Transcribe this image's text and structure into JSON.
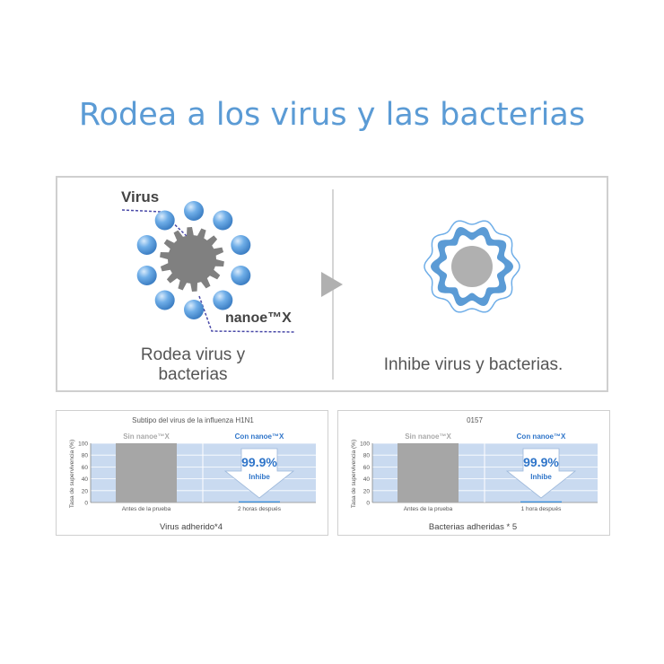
{
  "title": "Rodea a los virus y las bacterias",
  "diagram": {
    "virus_label": "Virus",
    "nanoe_label": "nanoe™X",
    "caption_left_line1": "Rodea virus y",
    "caption_left_line2": "bacterias",
    "caption_right": "Inhibe virus y bacterias.",
    "colors": {
      "droplet": "#5b9bd5",
      "germ": "#808080",
      "arrow": "#b0b0b0"
    }
  },
  "chart_data": [
    {
      "type": "bar",
      "title": "Subtipo del virus de la influenza H1N1",
      "xlabel": "Virus adherido*4",
      "ylabel": "Tasa de supervivencia (%)",
      "ylim": [
        0,
        100
      ],
      "yticks": [
        "100",
        "80",
        "60",
        "40",
        "20",
        "0"
      ],
      "group_labels": [
        "Sin nanoe™X",
        "Con nanoe™X"
      ],
      "categories": [
        "Antes de la prueba",
        "2 horas después"
      ],
      "values": [
        100,
        2
      ],
      "annotation_value": "99.9%",
      "annotation_text": "Inhibe"
    },
    {
      "type": "bar",
      "title": "0157",
      "xlabel": "Bacterias adheridas * 5",
      "ylabel": "Tasa de supervivencia (%)",
      "ylim": [
        0,
        100
      ],
      "yticks": [
        "100",
        "80",
        "60",
        "40",
        "20",
        "0"
      ],
      "group_labels": [
        "Sin nanoe™X",
        "Con nanoe™X"
      ],
      "categories": [
        "Antes de la prueba",
        "1 hora después"
      ],
      "values": [
        100,
        2
      ],
      "annotation_value": "99.9%",
      "annotation_text": "Inhibe"
    }
  ]
}
